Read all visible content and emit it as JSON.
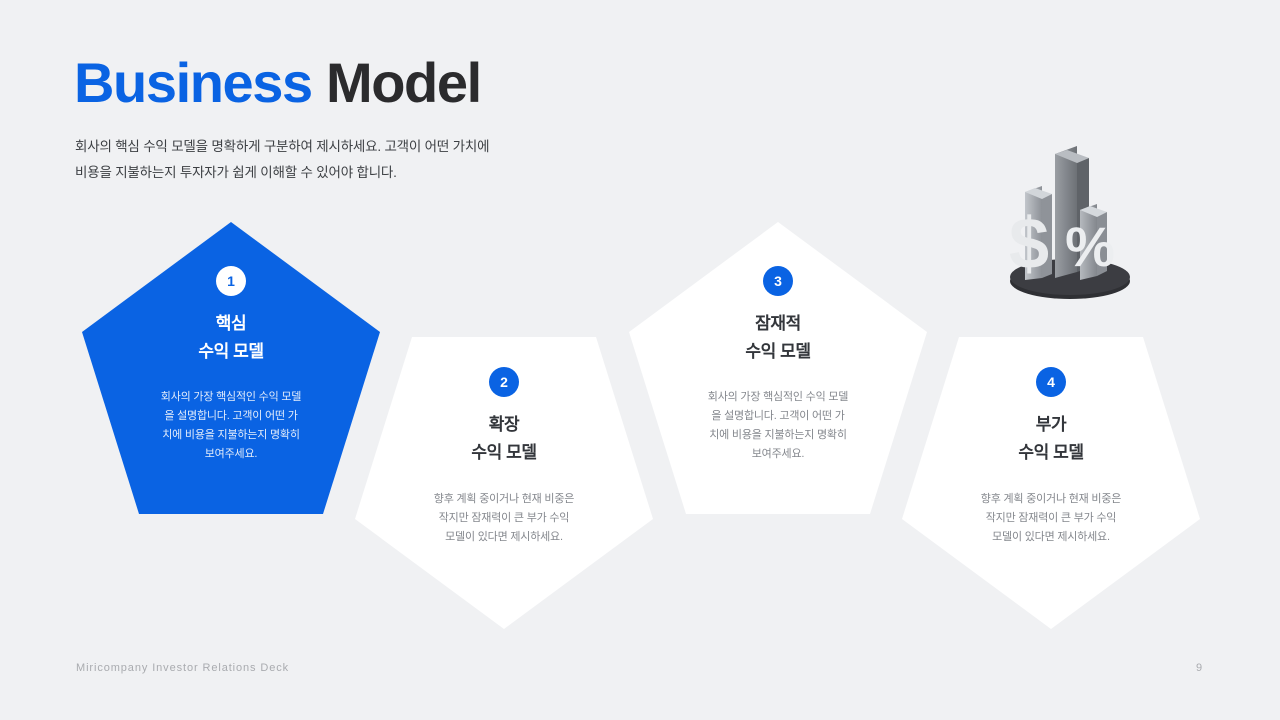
{
  "slide": {
    "title_accent": "Business",
    "title_rest": "Model",
    "subtitle_line1": "회사의 핵심 수익 모델을 명확하게 구분하여 제시하세요. 고객이 어떤 가치에",
    "subtitle_line2": "비용을 지불하는지 투자자가 쉽게 이해할 수 있어야 합니다.",
    "footer_note": "Miricompany Investor Relations Deck",
    "page_number": "9"
  },
  "colors": {
    "accent_blue": "#0a63e3",
    "background": "#f0f1f3",
    "card_white": "#ffffff",
    "title_dark": "#2b2b2d",
    "body_gray": "#84878d",
    "footer_gray": "#a9abaf"
  },
  "pentagons": [
    {
      "number": "1",
      "heading_line1": "핵심",
      "heading_line2": "수익 모델",
      "body_line1": "회사의 가장 핵심적인 수익 모델",
      "body_line2": "을 설명합니다. 고객이 어떤 가",
      "body_line3": "치에 비용을 지불하는지 명확히",
      "body_line4": "보여주세요.",
      "style": "filled",
      "orientation": "up"
    },
    {
      "number": "2",
      "heading_line1": "확장",
      "heading_line2": "수익 모델",
      "body_line1": "향후 계획 중이거나 현재 비중은",
      "body_line2": "작지만 잠재력이 큰 부가 수익",
      "body_line3": "모델이 있다면 제시하세요.",
      "body_line4": "",
      "style": "outline",
      "orientation": "down"
    },
    {
      "number": "3",
      "heading_line1": "잠재적",
      "heading_line2": "수익 모델",
      "body_line1": "회사의 가장 핵심적인 수익 모델",
      "body_line2": "을 설명합니다. 고객이 어떤 가",
      "body_line3": "치에 비용을 지불하는지 명확히",
      "body_line4": "보여주세요.",
      "style": "outline",
      "orientation": "up"
    },
    {
      "number": "4",
      "heading_line1": "부가",
      "heading_line2": "수익 모델",
      "body_line1": "향후 계획 중이거나 현재 비중은",
      "body_line2": "작지만 잠재력이 큰 부가 수익",
      "body_line3": "모델이 있다면 제시하세요.",
      "body_line4": "",
      "style": "outline",
      "orientation": "down"
    }
  ],
  "illustration": {
    "name": "3d-bar-chart-dollar-percent",
    "elements": [
      "bar-chart-blocks",
      "dollar-sign",
      "percent-sign",
      "dark-oval-base"
    ]
  }
}
